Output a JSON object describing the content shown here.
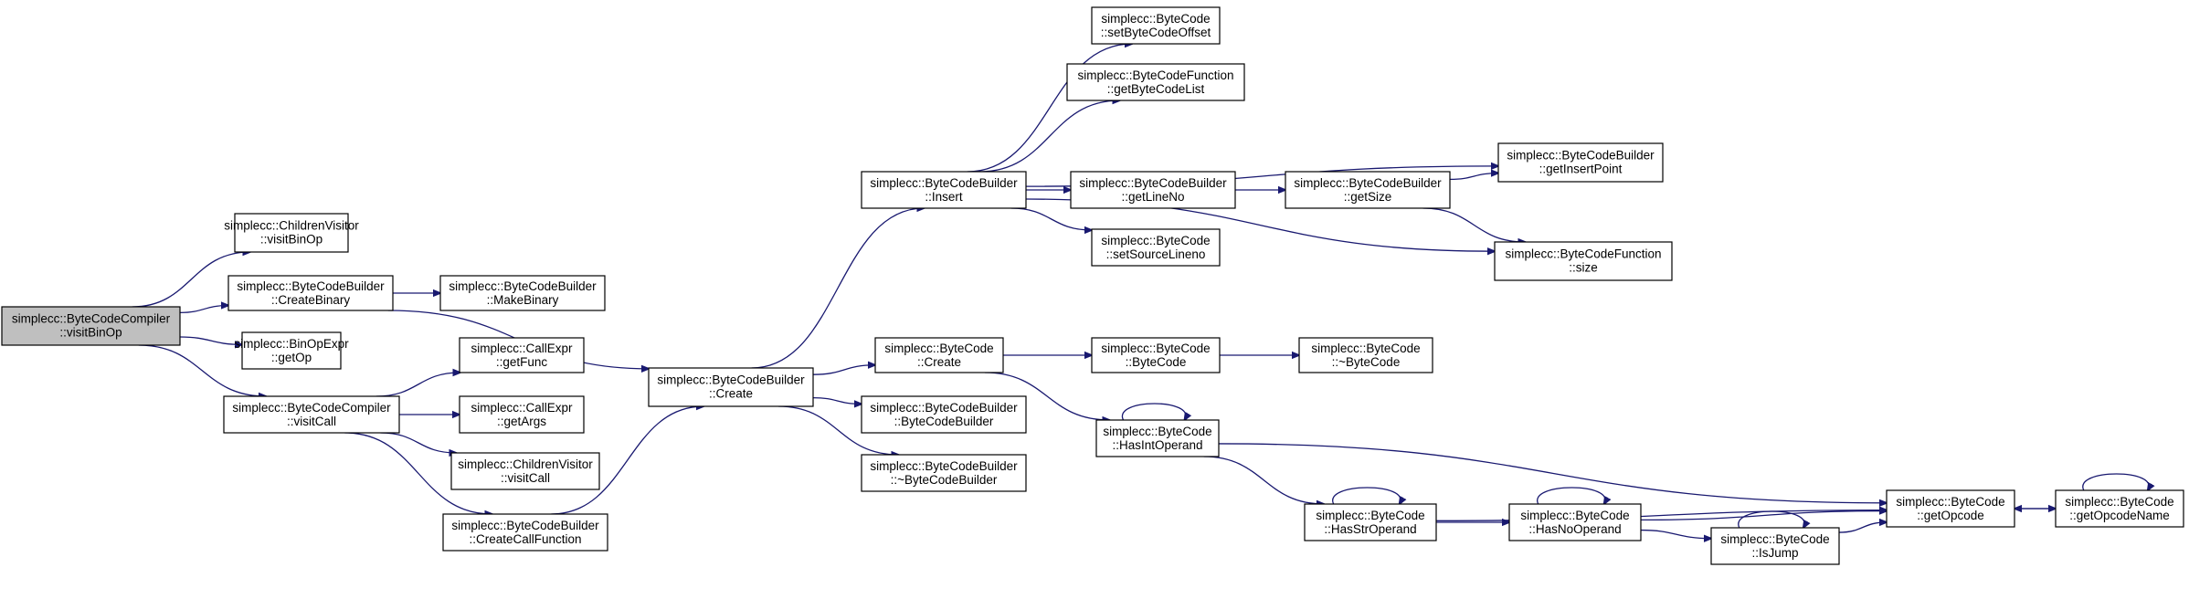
{
  "colors": {
    "edge": "#191970",
    "root_fill": "#bfbfbf",
    "node_fill": "#ffffff",
    "node_stroke": "#000000"
  },
  "nodes": [
    {
      "id": "root",
      "line1": "simplecc::ByteCodeCompiler",
      "line2": "::visitBinOp",
      "root": true
    },
    {
      "id": "cv_visitBinOp",
      "line1": "simplecc::ChildrenVisitor",
      "line2": "::visitBinOp"
    },
    {
      "id": "bcb_createBinary",
      "line1": "simplecc::ByteCodeBuilder",
      "line2": "::CreateBinary"
    },
    {
      "id": "binop_getOp",
      "line1": "simplecc::BinOpExpr",
      "line2": "::getOp"
    },
    {
      "id": "bcc_visitCall",
      "line1": "simplecc::ByteCodeCompiler",
      "line2": "::visitCall"
    },
    {
      "id": "bcb_makeBinary",
      "line1": "simplecc::ByteCodeBuilder",
      "line2": "::MakeBinary"
    },
    {
      "id": "callexpr_getFunc",
      "line1": "simplecc::CallExpr",
      "line2": "::getFunc"
    },
    {
      "id": "callexpr_getArgs",
      "line1": "simplecc::CallExpr",
      "line2": "::getArgs"
    },
    {
      "id": "cv_visitCall",
      "line1": "simplecc::ChildrenVisitor",
      "line2": "::visitCall"
    },
    {
      "id": "bcb_createCallFunction",
      "line1": "simplecc::ByteCodeBuilder",
      "line2": "::CreateCallFunction"
    },
    {
      "id": "bcb_create",
      "line1": "simplecc::ByteCodeBuilder",
      "line2": "::Create"
    },
    {
      "id": "bcb_insert",
      "line1": "simplecc::ByteCodeBuilder",
      "line2": "::Insert"
    },
    {
      "id": "bc_create",
      "line1": "simplecc::ByteCode",
      "line2": "::Create"
    },
    {
      "id": "bcb_ctor",
      "line1": "simplecc::ByteCodeBuilder",
      "line2": "::ByteCodeBuilder"
    },
    {
      "id": "bcb_dtor",
      "line1": "simplecc::ByteCodeBuilder",
      "line2": "::~ByteCodeBuilder"
    },
    {
      "id": "bc_setByteCodeOffset",
      "line1": "simplecc::ByteCode",
      "line2": "::setByteCodeOffset"
    },
    {
      "id": "bcf_getByteCodeList",
      "line1": "simplecc::ByteCodeFunction",
      "line2": "::getByteCodeList"
    },
    {
      "id": "bcb_getLineNo",
      "line1": "simplecc::ByteCodeBuilder",
      "line2": "::getLineNo"
    },
    {
      "id": "bc_setSourceLineno",
      "line1": "simplecc::ByteCode",
      "line2": "::setSourceLineno"
    },
    {
      "id": "bc_ctor",
      "line1": "simplecc::ByteCode",
      "line2": "::ByteCode"
    },
    {
      "id": "bc_hasIntOperand",
      "line1": "simplecc::ByteCode",
      "line2": "::HasIntOperand"
    },
    {
      "id": "bcb_getSize",
      "line1": "simplecc::ByteCodeBuilder",
      "line2": "::getSize"
    },
    {
      "id": "bc_dtor",
      "line1": "simplecc::ByteCode",
      "line2": "::~ByteCode"
    },
    {
      "id": "bc_hasStrOperand",
      "line1": "simplecc::ByteCode",
      "line2": "::HasStrOperand"
    },
    {
      "id": "bcb_getInsertPoint",
      "line1": "simplecc::ByteCodeBuilder",
      "line2": "::getInsertPoint"
    },
    {
      "id": "bcf_size",
      "line1": "simplecc::ByteCodeFunction",
      "line2": "::size"
    },
    {
      "id": "bc_hasNoOperand",
      "line1": "simplecc::ByteCode",
      "line2": "::HasNoOperand"
    },
    {
      "id": "bc_isJump",
      "line1": "simplecc::ByteCode",
      "line2": "::IsJump"
    },
    {
      "id": "bc_getOpcode",
      "line1": "simplecc::ByteCode",
      "line2": "::getOpcode"
    },
    {
      "id": "bc_getOpcodeName",
      "line1": "simplecc::ByteCode",
      "line2": "::getOpcodeName"
    }
  ],
  "edges": [
    {
      "from": "root",
      "to": "cv_visitBinOp"
    },
    {
      "from": "root",
      "to": "bcb_createBinary"
    },
    {
      "from": "root",
      "to": "binop_getOp"
    },
    {
      "from": "root",
      "to": "bcc_visitCall"
    },
    {
      "from": "bcb_createBinary",
      "to": "bcb_makeBinary"
    },
    {
      "from": "bcb_createBinary",
      "to": "bcb_create"
    },
    {
      "from": "bcc_visitCall",
      "to": "callexpr_getFunc"
    },
    {
      "from": "bcc_visitCall",
      "to": "callexpr_getArgs"
    },
    {
      "from": "bcc_visitCall",
      "to": "cv_visitCall"
    },
    {
      "from": "bcc_visitCall",
      "to": "bcb_createCallFunction"
    },
    {
      "from": "bcb_createCallFunction",
      "to": "bcb_create"
    },
    {
      "from": "bcb_create",
      "to": "bcb_insert"
    },
    {
      "from": "bcb_create",
      "to": "bc_create"
    },
    {
      "from": "bcb_create",
      "to": "bcb_ctor"
    },
    {
      "from": "bcb_create",
      "to": "bcb_dtor"
    },
    {
      "from": "bcb_insert",
      "to": "bc_setByteCodeOffset"
    },
    {
      "from": "bcb_insert",
      "to": "bcf_getByteCodeList"
    },
    {
      "from": "bcb_insert",
      "to": "bcb_getInsertPoint"
    },
    {
      "from": "bcb_insert",
      "to": "bcb_getLineNo"
    },
    {
      "from": "bcb_insert",
      "to": "bc_setSourceLineno"
    },
    {
      "from": "bcb_insert",
      "to": "bcf_size"
    },
    {
      "from": "bcb_getLineNo",
      "to": "bcb_getSize"
    },
    {
      "from": "bcb_getSize",
      "to": "bcb_getInsertPoint"
    },
    {
      "from": "bcb_getSize",
      "to": "bcf_size"
    },
    {
      "from": "bc_create",
      "to": "bc_ctor"
    },
    {
      "from": "bc_create",
      "to": "bc_hasIntOperand"
    },
    {
      "from": "bc_ctor",
      "to": "bc_dtor"
    },
    {
      "from": "bc_hasIntOperand",
      "to": "bc_hasIntOperand"
    },
    {
      "from": "bc_hasIntOperand",
      "to": "bc_getOpcode"
    },
    {
      "from": "bc_hasIntOperand",
      "to": "bc_hasStrOperand"
    },
    {
      "from": "bc_hasStrOperand",
      "to": "bc_hasStrOperand"
    },
    {
      "from": "bc_hasStrOperand",
      "to": "bc_hasNoOperand"
    },
    {
      "from": "bc_hasStrOperand",
      "to": "bc_getOpcode"
    },
    {
      "from": "bc_hasNoOperand",
      "to": "bc_hasNoOperand"
    },
    {
      "from": "bc_hasNoOperand",
      "to": "bc_getOpcode"
    },
    {
      "from": "bc_hasNoOperand",
      "to": "bc_isJump"
    },
    {
      "from": "bc_isJump",
      "to": "bc_isJump"
    },
    {
      "from": "bc_isJump",
      "to": "bc_getOpcode"
    },
    {
      "from": "bc_getOpcode",
      "to": "bc_getOpcodeName"
    },
    {
      "from": "bc_getOpcodeName",
      "to": "bc_getOpcode"
    },
    {
      "from": "bc_getOpcodeName",
      "to": "bc_getOpcodeName"
    }
  ]
}
